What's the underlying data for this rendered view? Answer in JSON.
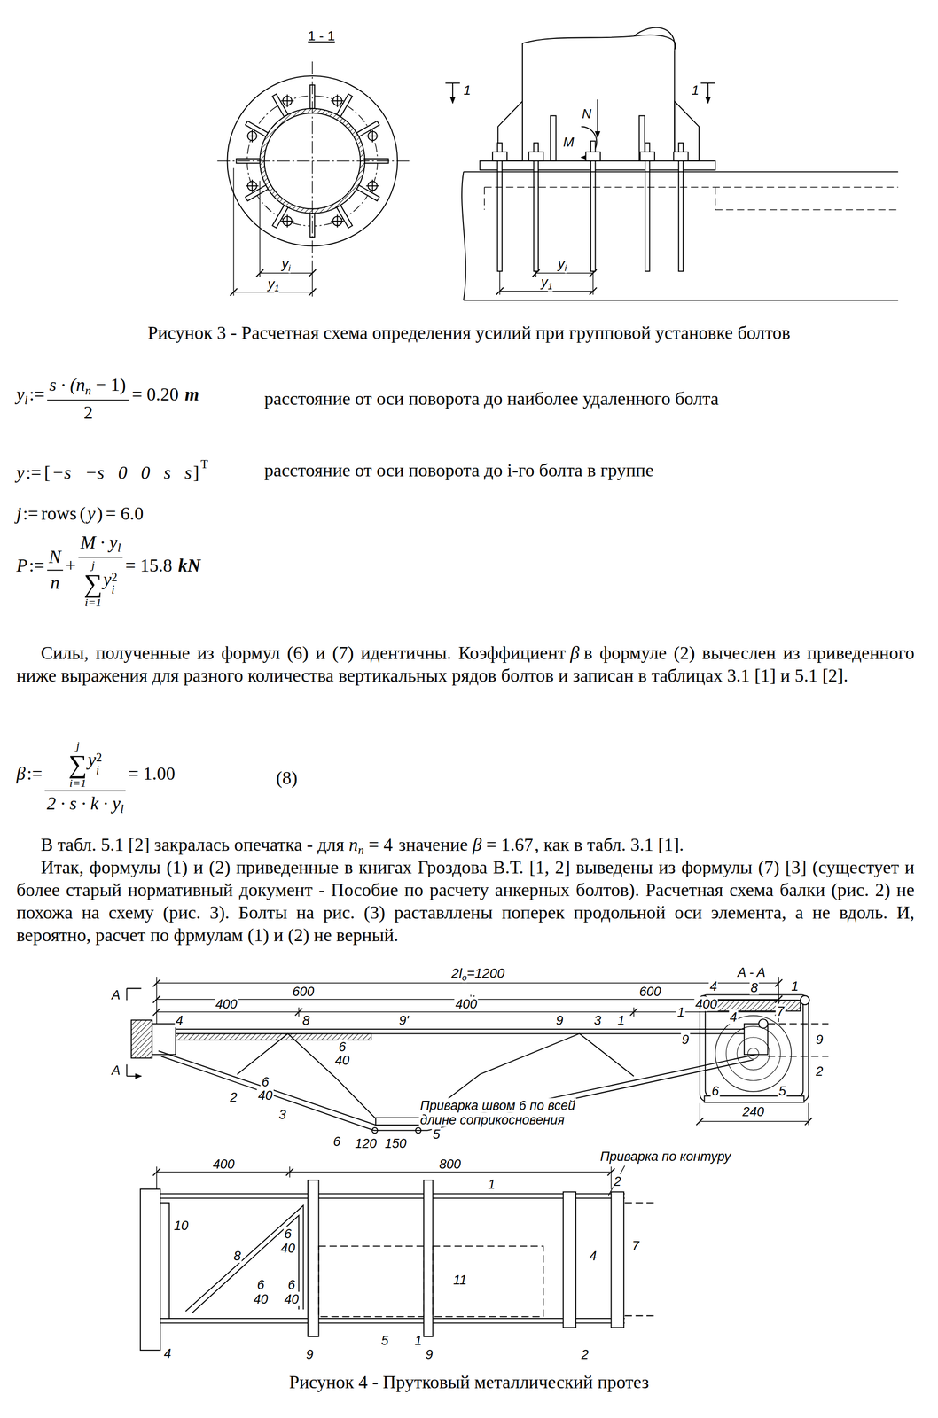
{
  "diagram": {
    "labels": [
      "1 - 1",
      "1",
      "1",
      "N",
      "M",
      "y",
      "i",
      "y",
      "1",
      "y",
      "i",
      "y",
      "1",
      "Рисунок 3 - Расчетная схема определения усилий при групповой установке болтов",
      "y",
      "l",
      ":=",
      "s · (n",
      "n",
      "− 1)",
      "2",
      "= 0.20",
      "m",
      "расстояние от оси поворота до наиболее удаленного болта",
      "y",
      ":=",
      "[",
      "−s   −s   0   0   s   s",
      "]",
      "T",
      "расстояние от оси поворота до i-го болта в группе",
      "j",
      ":=",
      "rows",
      "(",
      "y",
      ")",
      "= 6.0",
      "P",
      ":=",
      "N",
      "n",
      "+",
      "M · y",
      "l",
      "j",
      "∑",
      "i=1",
      "y",
      "2",
      "i",
      "= 15.8",
      "kN",
      "Силы, полученные из формул (6) и (7) идентичны. Коэффициент",
      "β",
      "в формуле (2) вычеслен из приведенного ниже выражения для разного количества вертикальных рядов болтов и записан в таблицах 3.1 [1] и 5.1 [2].",
      "β",
      ":=",
      "j",
      "∑",
      "i=1",
      "y",
      "2",
      "i",
      "2 · s · k · y",
      "l",
      "= 1.00",
      "(8)",
      "В табл. 5.1 [2] закралась опечатка - для",
      "n",
      "n",
      "= 4",
      "значение",
      "β",
      "= 1.67",
      ", как в табл. 3.1 [1].",
      "Итак, формулы (1) и (2) приведенные в книгах Гроздова В.Т. [1, 2] выведены из формулы (7) [3] (сущестует и более старый нормативный документ - Пособие по расчету анкерных болтов). Расчетная схема балки (рис. 2) не похожа на схему (рис. 3). Болты на рис. (3) раставллены поперек продольной оси элемента, а не вдоль. И, вероятно, расчет по фрмулам (1) и (2) не верный.",
      "2l",
      "o",
      "=1200",
      "600",
      "600",
      "400",
      "400",
      "400",
      "A",
      "A",
      "4",
      "8",
      "9'",
      "9",
      "3",
      "1",
      "4",
      "7",
      "6",
      "40",
      "6",
      "40",
      "2",
      "3",
      "Приварка швом 6 по всей",
      "длине соприкосновения",
      "6",
      "120",
      "150",
      "5",
      "A - A",
      "4",
      "8",
      "1",
      "1",
      "9",
      "9",
      "2",
      "6",
      "5",
      "240",
      "400",
      "800",
      "Приварка по контуру",
      "1",
      "2",
      "10",
      "8",
      "6",
      "40",
      "6",
      "40",
      "6",
      "40",
      "11",
      "4",
      "7",
      "4",
      "9",
      "5",
      "1",
      "9",
      "2",
      "Рисунок 4 - Прутковый металлический протез"
    ]
  }
}
